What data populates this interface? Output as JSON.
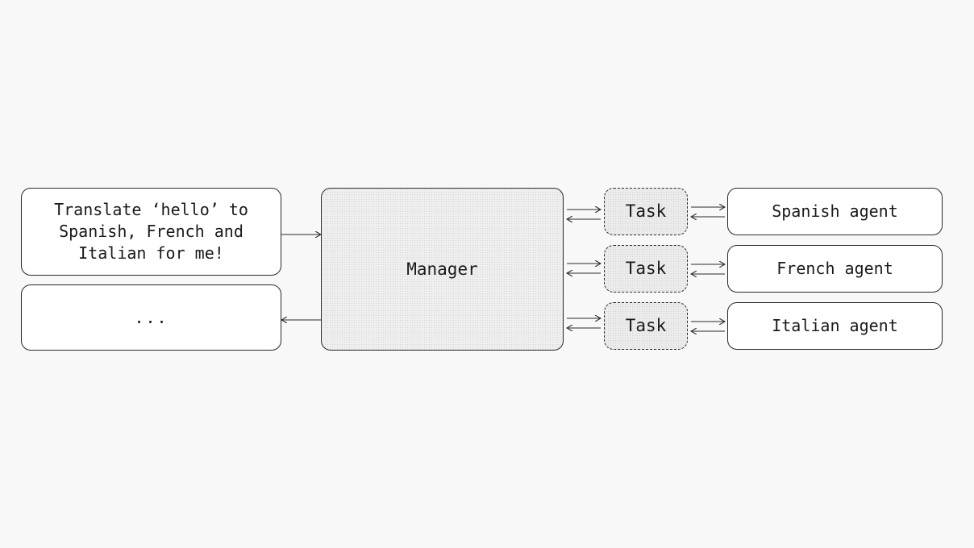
{
  "diagram": {
    "input_text": "Translate ‘hello’ to\nSpanish, French and\nItalian for me!",
    "output_text": "...",
    "manager_label": "Manager",
    "tasks": [
      {
        "label": "Task"
      },
      {
        "label": "Task"
      },
      {
        "label": "Task"
      }
    ],
    "agents": [
      {
        "label": "Spanish agent"
      },
      {
        "label": "French agent"
      },
      {
        "label": "Italian agent"
      }
    ]
  }
}
